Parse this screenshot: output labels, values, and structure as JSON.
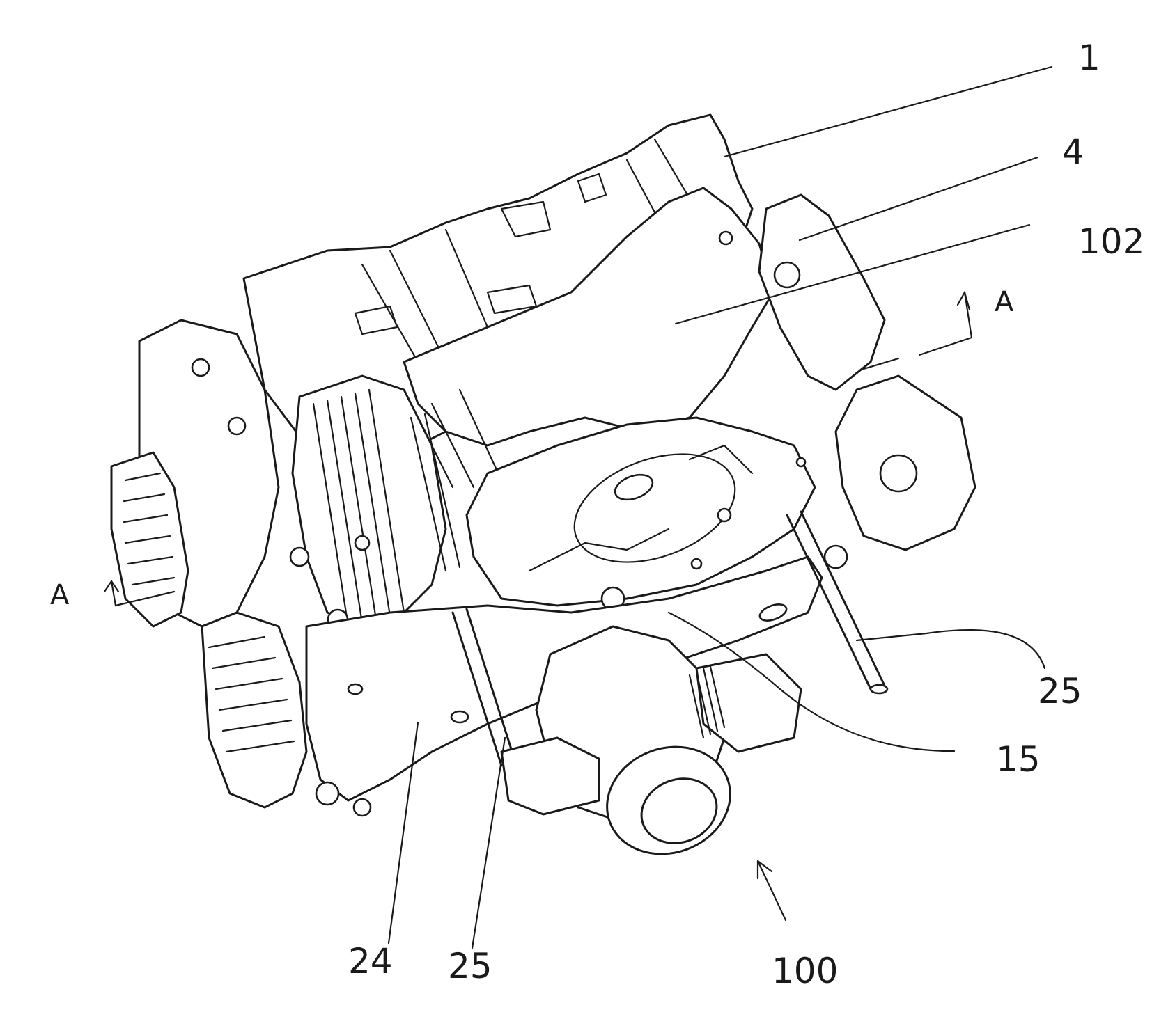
{
  "figure": {
    "labels": {
      "ref_1": "1",
      "ref_4": "4",
      "ref_102": "102",
      "section_a_right": "A",
      "section_a_left": "A",
      "ref_25_right": "25",
      "ref_15": "15",
      "ref_24": "24",
      "ref_25_bottom": "25",
      "ref_100": "100"
    }
  }
}
